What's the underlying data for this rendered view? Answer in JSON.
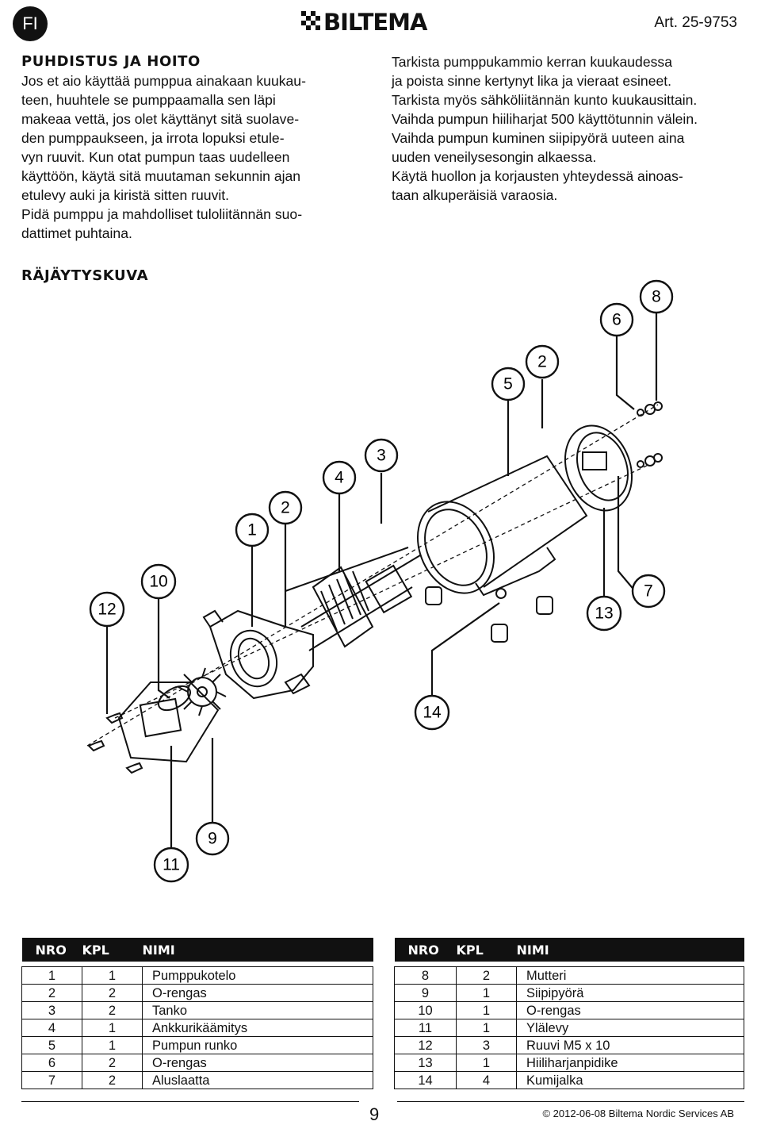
{
  "header": {
    "lang": "FI",
    "brand": "BILTEMA",
    "article": "Art. 25-9753"
  },
  "care": {
    "heading": "PUHDISTUS JA HOITO",
    "left_lines": [
      "Jos et aio käyttää pumppua ainakaan kuukau-",
      "teen, huuhtele se pumppaamalla sen läpi",
      "makeaa vettä, jos olet käyttänyt sitä suolave-",
      "den pumppaukseen, ja irrota lopuksi etule-",
      "vyn ruuvit. Kun otat pumpun taas uudelleen",
      "käyttöön, käytä sitä muutaman sekunnin ajan",
      "etulevy auki ja kiristä sitten ruuvit.",
      "Pidä pumppu ja mahdolliset tuloliitännän suo-",
      "dattimet puhtaina."
    ],
    "right_lines": [
      "Tarkista pumppukammio kerran kuukaudessa",
      "ja poista sinne kertynyt lika ja vieraat esineet.",
      "Tarkista myös sähköliitännän kunto kuukausittain.",
      "Vaihda pumpun hiiliharjat 500 käyttötunnin välein.",
      "Vaihda pumpun kuminen siipipyörä uuteen aina",
      "uuden veneilysesongin alkaessa.",
      "Käytä huollon ja korjausten yhteydessä ainoas-",
      "taan alkuperäisiä varaosia."
    ]
  },
  "exploded": {
    "heading": "RÄJÄYTYSKUVA",
    "callouts": [
      "8",
      "6",
      "2",
      "5",
      "3",
      "4",
      "2",
      "1",
      "10",
      "12",
      "7",
      "13",
      "14",
      "9",
      "11"
    ]
  },
  "parts_table": {
    "headers": [
      "NRO",
      "KPL",
      "NIMI"
    ],
    "left_rows": [
      [
        "1",
        "1",
        "Pumppukotelo"
      ],
      [
        "2",
        "2",
        "O-rengas"
      ],
      [
        "3",
        "2",
        "Tanko"
      ],
      [
        "4",
        "1",
        "Ankkurikäämitys"
      ],
      [
        "5",
        "1",
        "Pumpun runko"
      ],
      [
        "6",
        "2",
        "O-rengas"
      ],
      [
        "7",
        "2",
        "Aluslaatta"
      ]
    ],
    "right_rows": [
      [
        "8",
        "2",
        "Mutteri"
      ],
      [
        "9",
        "1",
        "Siipipyörä"
      ],
      [
        "10",
        "1",
        "O-rengas"
      ],
      [
        "11",
        "1",
        "Ylälevy"
      ],
      [
        "12",
        "3",
        "Ruuvi M5 x 10"
      ],
      [
        "13",
        "1",
        "Hiiliharjanpidike"
      ],
      [
        "14",
        "4",
        "Kumijalka"
      ]
    ]
  },
  "footer": {
    "page": "9",
    "copyright": "© 2012-06-08 Biltema Nordic Services AB"
  }
}
